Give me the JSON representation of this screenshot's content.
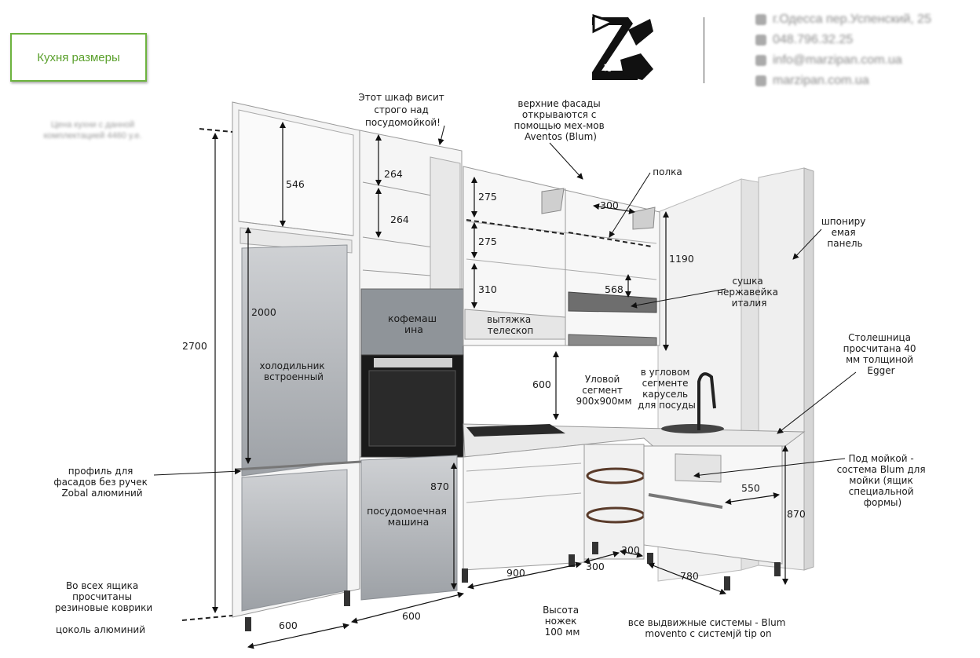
{
  "header": {
    "title": "Кухня размеры",
    "price_note": "Цена кухни с данной комплектацией 4460 у.е.",
    "contacts": [
      {
        "icon": "location-pin-icon",
        "text": "г.Одесса пер.Успенский, 25"
      },
      {
        "icon": "phone-icon",
        "text": "048.796.32.25"
      },
      {
        "icon": "mail-icon",
        "text": "info@marzipan.com.ua"
      },
      {
        "icon": "globe-icon",
        "text": "marzipan.com.ua"
      }
    ]
  },
  "dimensions": {
    "total_height": "2700",
    "fridge_height": "2000",
    "top_cell": "546",
    "shelf_a": "264",
    "shelf_b": "264",
    "wall_a": "275",
    "wall_b": "275",
    "wall_c": "310",
    "shelf_depth": "300",
    "dish_rack": "568",
    "wall_cabinet_height": "1190",
    "backsplash": "600",
    "base_height_left": "870",
    "base_height_right": "870",
    "sink_depth": "550",
    "column_depth": "600",
    "dishwasher_width": "600",
    "base_run": "900",
    "corner_a": "300",
    "corner_b": "300",
    "right_run": "780"
  },
  "labels": {
    "cabinet_note": [
      "Этот шкаф висит",
      "строго над",
      "посудомойкой!"
    ],
    "aventos": [
      "верхние фасады",
      "открываются с",
      "помощью мех-мов",
      "Aventos (Blum)"
    ],
    "shelf": "полка",
    "veneer": [
      "шпониру",
      "емая",
      "панель"
    ],
    "dryer": [
      "сушка",
      "нержавейка",
      "италия"
    ],
    "coffee": [
      "кофемаш",
      "ина"
    ],
    "hood": [
      "вытяжка",
      "телескоп"
    ],
    "corner_segment": [
      "Уловой",
      "сегмент",
      "900х900мм"
    ],
    "carousel": [
      "в угловом",
      "сегменте",
      "карусель",
      "для посуды"
    ],
    "countertop": [
      "Столешница",
      "просчитана 40",
      "мм толщиной",
      "Egger"
    ],
    "fridge": [
      "холодильник",
      "встроенный"
    ],
    "profile": [
      "профиль для",
      "фасадов без ручек",
      "Zobal алюминий"
    ],
    "dishwasher": [
      "посудомоечная",
      "машина"
    ],
    "under_sink": [
      "Под мойкой -",
      "состема Blum для",
      "мойки (ящик",
      "специальной",
      "формы)"
    ],
    "mats": [
      "Во всех ящика",
      "просчитаны",
      "резиновые коврики"
    ],
    "plinth": "цоколь алюминий",
    "legs": [
      "Высота",
      "ножек",
      "100 мм"
    ],
    "drawers": [
      "все выдвижные системы -  Blum",
      "movento  с системjй tip on"
    ]
  }
}
